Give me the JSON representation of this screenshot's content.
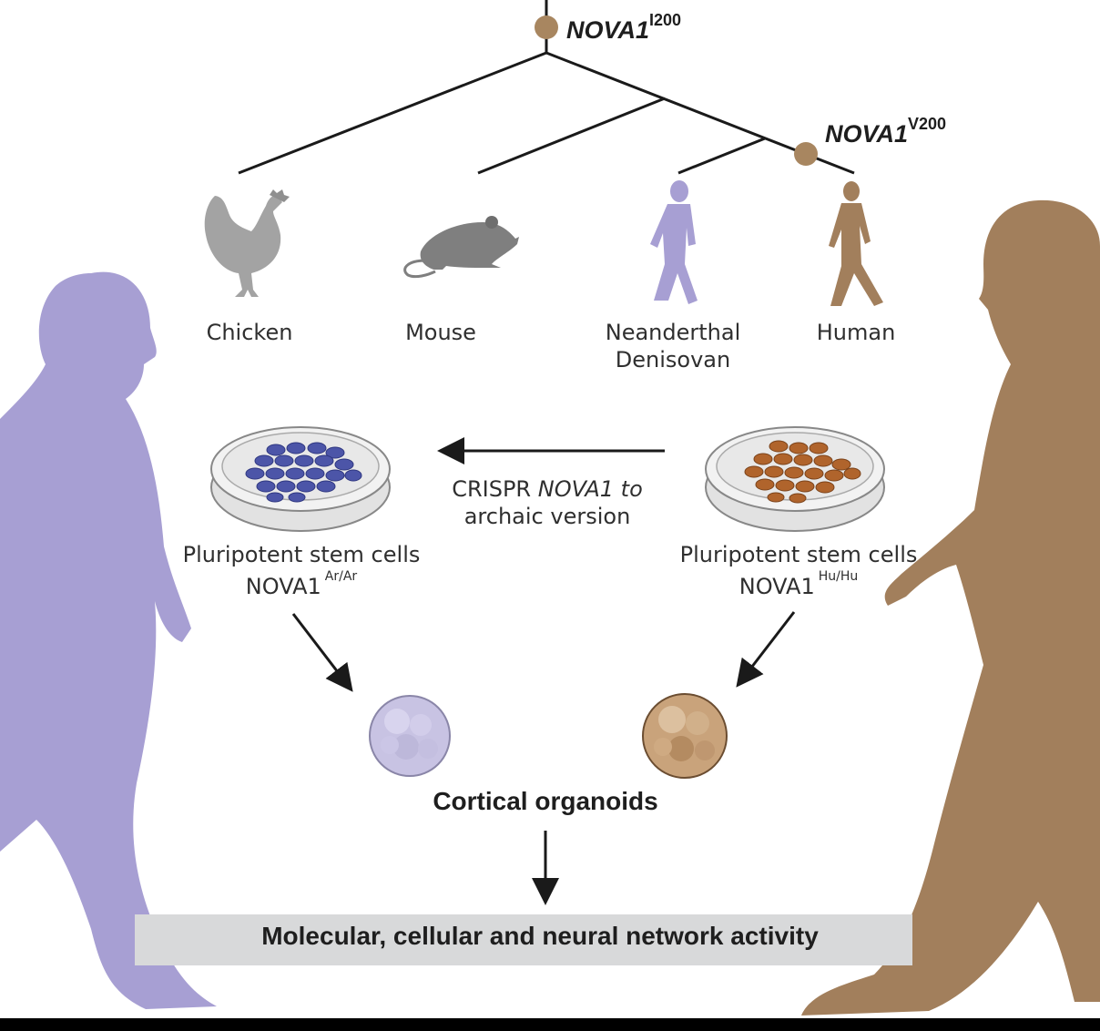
{
  "tree": {
    "ancestral_gene": "NOVA1",
    "ancestral_variant": "I200",
    "derived_gene": "NOVA1",
    "derived_variant": "V200"
  },
  "species": {
    "chicken": "Chicken",
    "mouse": "Mouse",
    "archaic_line1": "Neanderthal",
    "archaic_line2": "Denisovan",
    "human": "Human"
  },
  "cells": {
    "left_title": "Pluripotent stem cells",
    "left_gene": "NOVA1",
    "left_genotype": "Ar/Ar",
    "right_title": "Pluripotent stem cells",
    "right_gene": "NOVA1",
    "right_genotype": "Hu/Hu"
  },
  "crispr": {
    "prefix": "CRISPR ",
    "italic": "NOVA1 to",
    "line2": "archaic version"
  },
  "organoids_label": "Cortical organoids",
  "result_label": "Molecular, cellular and neural network activity",
  "colors": {
    "archaic": "#a79fd3",
    "human": "#a27f5c",
    "node": "#a88660",
    "line": "#1a1a1a",
    "animal_gray": "#a3a3a3",
    "mouse_gray": "#7f7f7f",
    "bar": "#d8d9da",
    "cells_blue": "#4c55a8",
    "cells_orange": "#b0642c"
  }
}
